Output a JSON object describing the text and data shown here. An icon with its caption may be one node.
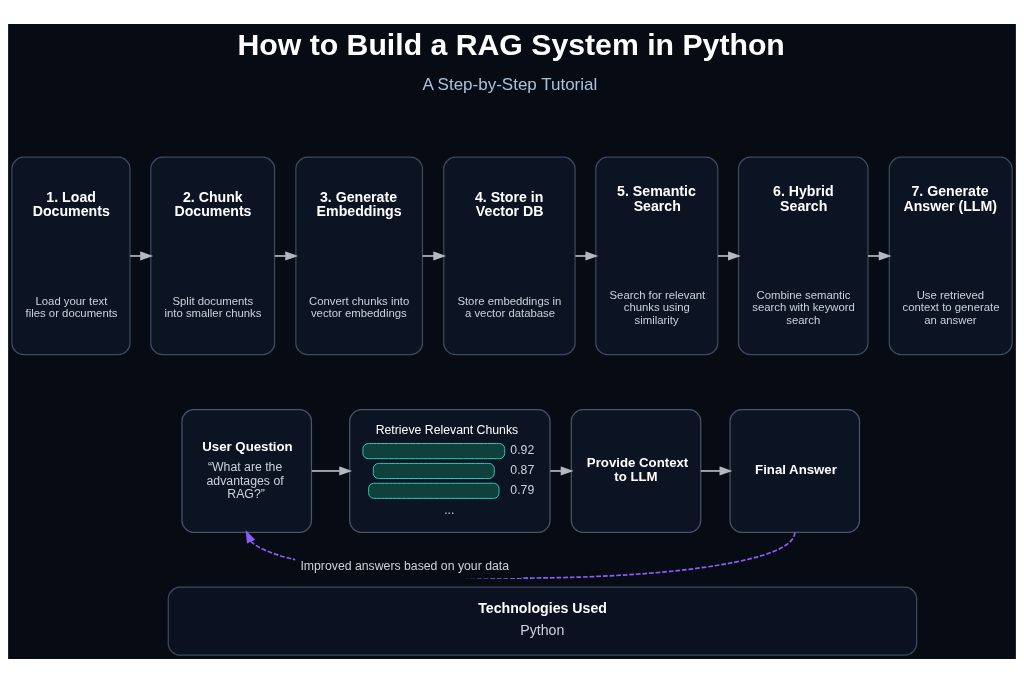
{
  "diagram": {
    "title": "How to Build a RAG System in Python",
    "nodes": [
      {
        "text": [
          "1. Load Documents",
          "Load your text files or documents"
        ]
      },
      {
        "text": [
          "2. Chunk Documents",
          "Split documents into smaller chunks"
        ]
      },
      {
        "text": [
          "3. Generate Embeddings",
          "Convert chunks into vector embeddings"
        ]
      },
      {
        "text": [
          "4. Store in Vector DB",
          "Store embeddings in a vector database"
        ]
      },
      {
        "text": [
          "5. Semantic Search",
          "Search for relevant chunks using similarity"
        ]
      },
      {
        "text": [
          "6. Hybrid Search",
          "Combine semantic search with keyword search"
        ]
      },
      {
        "text": [
          "7. Generate Answer (LLM)",
          "Use retrieved context to generate an answer"
        ]
      },
      {
        "text": [
          "User Question",
          "“What are the advantages of RAG?”"
        ]
      },
      {
        "text": [
          "Retrieve Relevant Chunks",
          "0.92",
          "0.87",
          "0.79",
          "..."
        ]
      },
      {
        "text": [
          "Provide Context to LLM"
        ]
      },
      {
        "text": [
          "Final Answer"
        ]
      },
      {
        "text": [
          "Technologies Used",
          "Python"
        ]
      }
    ],
    "edges": [
      {
        "from": 0,
        "to": 1,
        "arrow": "to"
      },
      {
        "from": 1,
        "to": 2,
        "arrow": "to"
      },
      {
        "from": 2,
        "to": 3,
        "arrow": "to"
      },
      {
        "from": 3,
        "to": 4,
        "arrow": "to"
      },
      {
        "from": 4,
        "to": 5,
        "arrow": "to"
      },
      {
        "from": 5,
        "to": 6,
        "arrow": "to"
      },
      {
        "from": 7,
        "to": 8,
        "arrow": "to"
      },
      {
        "from": 8,
        "to": 9,
        "arrow": "to"
      },
      {
        "from": 9,
        "to": 10,
        "arrow": "to"
      },
      {
        "from": 10,
        "to": 7,
        "arrow": "to",
        "label": "Improved answers based on your data",
        "style": "dashed",
        "color": "#8b5cf6"
      }
    ],
    "labels": [
      "A Step-by-Step Tutorial"
    ]
  }
}
